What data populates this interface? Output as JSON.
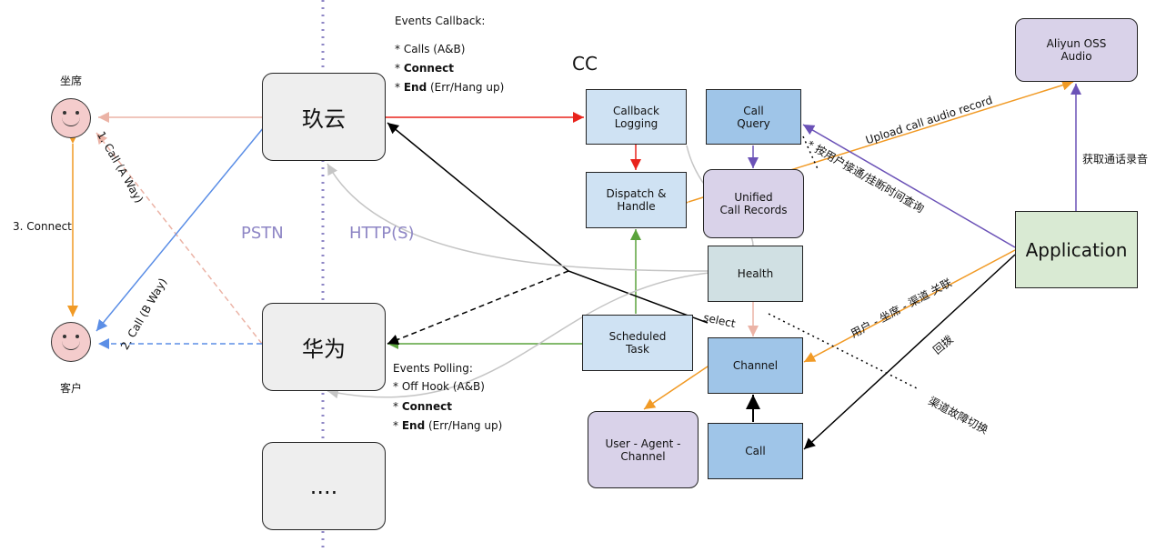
{
  "actors": {
    "agent_label": "坐席",
    "customer_label": "客户"
  },
  "providers": {
    "jiuyun": "玖云",
    "huawei": "华为",
    "more": "...."
  },
  "zones": {
    "pstn": "PSTN",
    "http": "HTTP(S)"
  },
  "cc": {
    "title": "CC",
    "callback_logging": "Callback\nLogging",
    "call_query": "Call\nQuery",
    "dispatch_handle": "Dispatch &\nHandle",
    "unified_call_records": "Unified\nCall Records",
    "health": "Health",
    "scheduled_task": "Scheduled\nTask",
    "channel": "Channel",
    "user_agent_channel": "User - Agent -\nChannel",
    "call": "Call"
  },
  "external": {
    "oss": "Aliyun OSS\nAudio",
    "application": "Application"
  },
  "events_callback": {
    "title": "Events Callback:",
    "line1": "* Calls (A&B)",
    "line2_prefix": "* ",
    "line2_bold": "Connect",
    "line3_prefix": "* ",
    "line3_bold": "End",
    "line3_rest": " (Err/Hang up)"
  },
  "events_polling": {
    "title": "Events Polling:",
    "line1": "* Off Hook (A&B)",
    "line2_prefix": "* ",
    "line2_bold": "Connect",
    "line3_prefix": "* ",
    "line3_bold": "End",
    "line3_rest": " (Err/Hang up)"
  },
  "edge_labels": {
    "call_a_way": "1. Call (A Way)",
    "call_b_way": "2. Call (B Way)",
    "connect": "3. Connect",
    "upload_audio": "Upload call audio record",
    "get_audio": "获取通话录音",
    "query_by_time": "* 按用户接通/挂断时间查询",
    "bind_user": "用户 - 坐席 - 渠道 关联",
    "callback": "回拨",
    "channel_failover": "渠道故障切换",
    "select": "select"
  },
  "colors": {
    "red": "#e8231c",
    "orange": "#f19a25",
    "purple": "#6b52b7",
    "green": "#5aa33c",
    "blue": "#5b8ee6",
    "pink": "#ebb3a6",
    "grey": "#c5c5c5",
    "pstn_line": "#8e86c5"
  }
}
